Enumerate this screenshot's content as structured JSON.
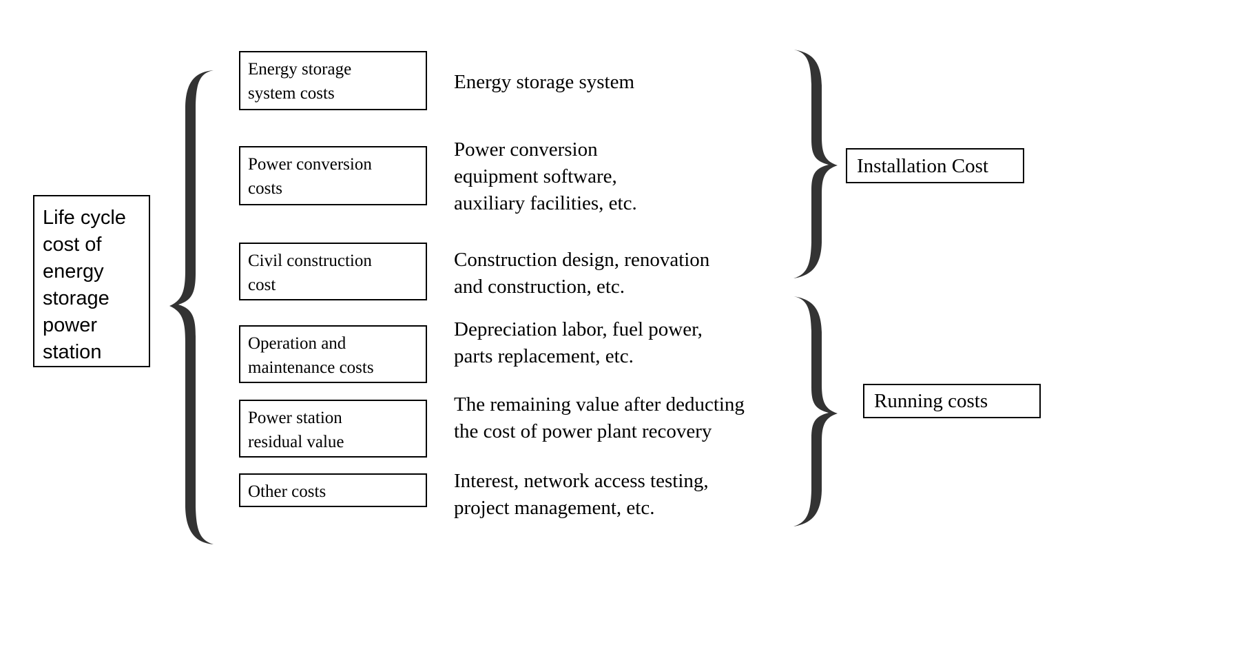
{
  "diagram": {
    "type": "bracket-breakdown",
    "root": {
      "label": "Life cycle\ncost of\nenergy\nstorage\npower\nstation"
    },
    "brace_color": "#333333",
    "border_color": "#000000",
    "background_color": "#ffffff",
    "categories": [
      {
        "name": "energy-storage-system-costs",
        "label": "Energy storage\nsystem costs",
        "description": "Energy storage system",
        "group": "Installation Cost"
      },
      {
        "name": "power-conversion-costs",
        "label": "Power conversion\ncosts",
        "description": "Power conversion\nequipment software,\nauxiliary facilities, etc.",
        "group": "Installation Cost"
      },
      {
        "name": "civil-construction-cost",
        "label": "Civil construction\ncost",
        "description": "Construction design, renovation\nand construction, etc.",
        "group": "Installation Cost"
      },
      {
        "name": "operation-and-maintenance-costs",
        "label": "Operation and\nmaintenance costs",
        "description": "Depreciation labor, fuel power,\nparts replacement, etc.",
        "group": "Running costs"
      },
      {
        "name": "power-station-residual-value",
        "label": "Power station\nresidual value",
        "description": "The remaining value after deducting\nthe cost of power plant recovery",
        "group": "Running costs"
      },
      {
        "name": "other-costs",
        "label": "Other costs",
        "description": "Interest, network access testing,\nproject management, etc.",
        "group": "Running costs"
      }
    ],
    "groups": [
      {
        "name": "installation-cost",
        "label": "Installation Cost"
      },
      {
        "name": "running-costs",
        "label": "Running costs"
      }
    ]
  }
}
